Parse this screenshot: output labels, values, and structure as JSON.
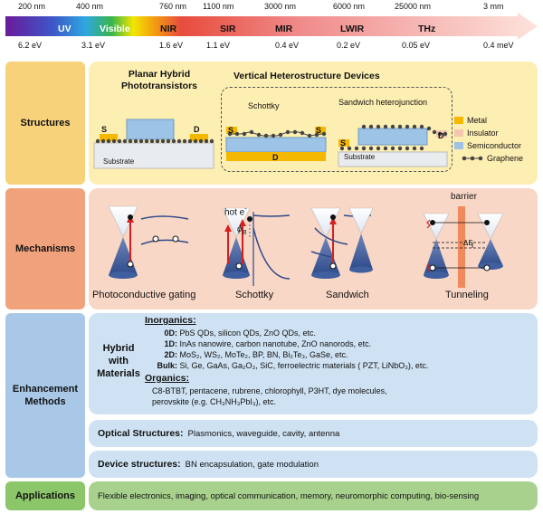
{
  "spectrum": {
    "wavelengths": [
      "200 nm",
      "400 nm",
      "760 nm",
      "1100 nm",
      "3000 nm",
      "6000 nm",
      "25000 nm",
      "3 mm"
    ],
    "bands": [
      "UV",
      "Visible",
      "NIR",
      "SIR",
      "MIR",
      "LWIR",
      "THz"
    ],
    "energies": [
      "6.2 eV",
      "3.1 eV",
      "1.6 eV",
      "1.1 eV",
      "0.4 eV",
      "0.2 eV",
      "0.05 eV",
      "0.4 meV"
    ]
  },
  "rows": {
    "structures": "Structures",
    "mechanisms": "Mechanisms",
    "enhancement": "Enhancement Methods",
    "applications": "Applications"
  },
  "structures": {
    "planar_title": "Planar Hybrid Phototransistors",
    "vertical_title": "Vertical Heterostructure Devices",
    "schottky_label": "Schottky",
    "sandwich_label": "Sandwich heterojunction",
    "substrate": "Substrate",
    "source": "S",
    "drain": "D",
    "legend": [
      "Metal",
      "Insulator",
      "Semiconductor",
      "Graphene"
    ]
  },
  "mechanisms": {
    "labels": [
      "Photoconductive gating",
      "Schottky",
      "Sandwich",
      "Tunneling"
    ],
    "hot_e": "hot e",
    "hot_e_sup": "-",
    "phi": "ϕ",
    "phi_sub": "B",
    "barrier": "barrier",
    "delta_e": "ΔE"
  },
  "enhancement": {
    "hybrid_title": "Hybrid with Materials",
    "inorganics_title": "Inorganics:",
    "inorganics": [
      {
        "dim": "0D:",
        "text": "PbS QDs, silicon QDs, ZnO QDs, etc."
      },
      {
        "dim": "1D:",
        "text": "InAs nanowire, carbon nanotube, ZnO nanorods, etc."
      },
      {
        "dim": "2D:",
        "text": "MoS₂, WS₂, MoTe₂, BP, BN, Bi₂Te₃, GaSe, etc."
      },
      {
        "dim": "Bulk:",
        "text": "Si, Ge, GaAs, Ga₂O₃, SiC, ferroelectric materials ( PZT, LiNbO₃), etc."
      }
    ],
    "organics_title": "Organics:",
    "organics": [
      "C8-BTBT, pentacene, rubrene, chlorophyll, P3HT, dye molecules,",
      "perovskite (e.g.  CH₃NH₃PbI₃), etc."
    ],
    "optical_title": "Optical Structures:",
    "optical_text": "Plasmonics, waveguide, cavity, antenna",
    "device_title": "Device structures:",
    "device_text": "BN encapsulation, gate modulation"
  },
  "applications": {
    "text": "Flexible electronics, imaging, optical communication, memory, neuromorphic computing, bio-sensing"
  },
  "colors": {
    "structures_bg": "#fdeeb2",
    "structures_label": "#f8d27a",
    "mechanisms_bg": "#f9d7c6",
    "mechanisms_label": "#f0a27d",
    "enhancement_bg": "#cfe2f3",
    "enhancement_label": "#a9c8e8",
    "applications_bg": "#a9d18e",
    "applications_label": "#8cc66a",
    "metal": "#f5b800",
    "insulator": "#f4c7b0",
    "semiconductor": "#9dc3e6",
    "cone": "#3f5f9e"
  }
}
